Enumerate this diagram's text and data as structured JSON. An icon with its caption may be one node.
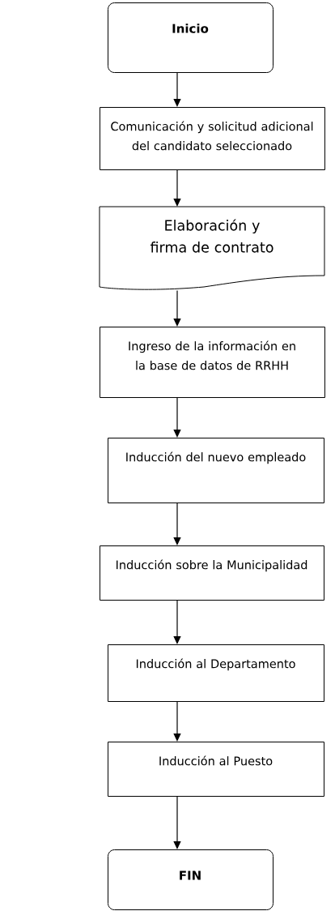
{
  "diagram": {
    "nodes": [
      {
        "text": [
          "Inicio"
        ]
      },
      {
        "text": [
          "Comunicación y solicitud adicional del candidato seleccionado"
        ]
      },
      {
        "text": [
          "Elaboración y firma de contrato"
        ]
      },
      {
        "text": [
          "Ingreso de la información en la base de datos de RRHH"
        ]
      },
      {
        "text": [
          "Inducción del nuevo empleado"
        ]
      },
      {
        "text": [
          "Inducción sobre la Municipalidad"
        ]
      },
      {
        "text": [
          "Inducción al Departamento"
        ]
      },
      {
        "text": [
          "Inducción al Puesto"
        ]
      },
      {
        "text": [
          "FIN"
        ]
      }
    ],
    "edges": [
      {
        "from": 0,
        "to": 1,
        "arrow": "to"
      },
      {
        "from": 1,
        "to": 2,
        "arrow": "to"
      },
      {
        "from": 2,
        "to": 3,
        "arrow": "to"
      },
      {
        "from": 3,
        "to": 4,
        "arrow": "to"
      },
      {
        "from": 4,
        "to": 5,
        "arrow": "to"
      },
      {
        "from": 5,
        "to": 6,
        "arrow": "to"
      },
      {
        "from": 6,
        "to": 7,
        "arrow": "to"
      },
      {
        "from": 7,
        "to": 8,
        "arrow": "to"
      }
    ]
  }
}
